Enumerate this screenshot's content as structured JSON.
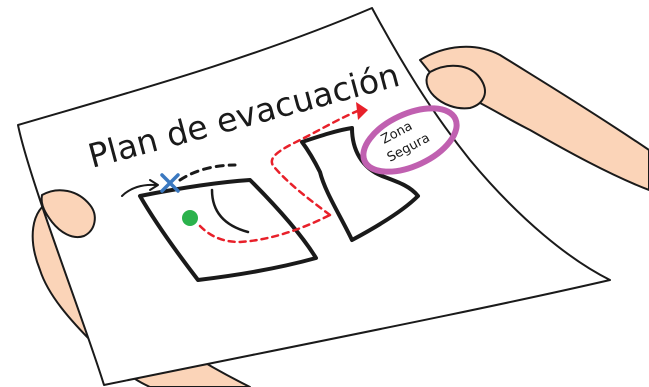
{
  "sheet": {
    "title": "Plan de evacuación",
    "safe_zone": {
      "line1": "Zona",
      "line2": "Segura"
    }
  },
  "colors": {
    "skin": "#fbd4b8",
    "paper": "#ffffff",
    "outline": "#1a1a1a",
    "route": "#e8202a",
    "exit_marker": "#3a78c0",
    "you_are_here": "#2bb24c",
    "safe_zone_circle": "#c060b0"
  },
  "icons": {
    "start_marker": "green-dot-icon",
    "exit_marker": "blue-x-icon",
    "route": "dashed-arrow-icon"
  }
}
